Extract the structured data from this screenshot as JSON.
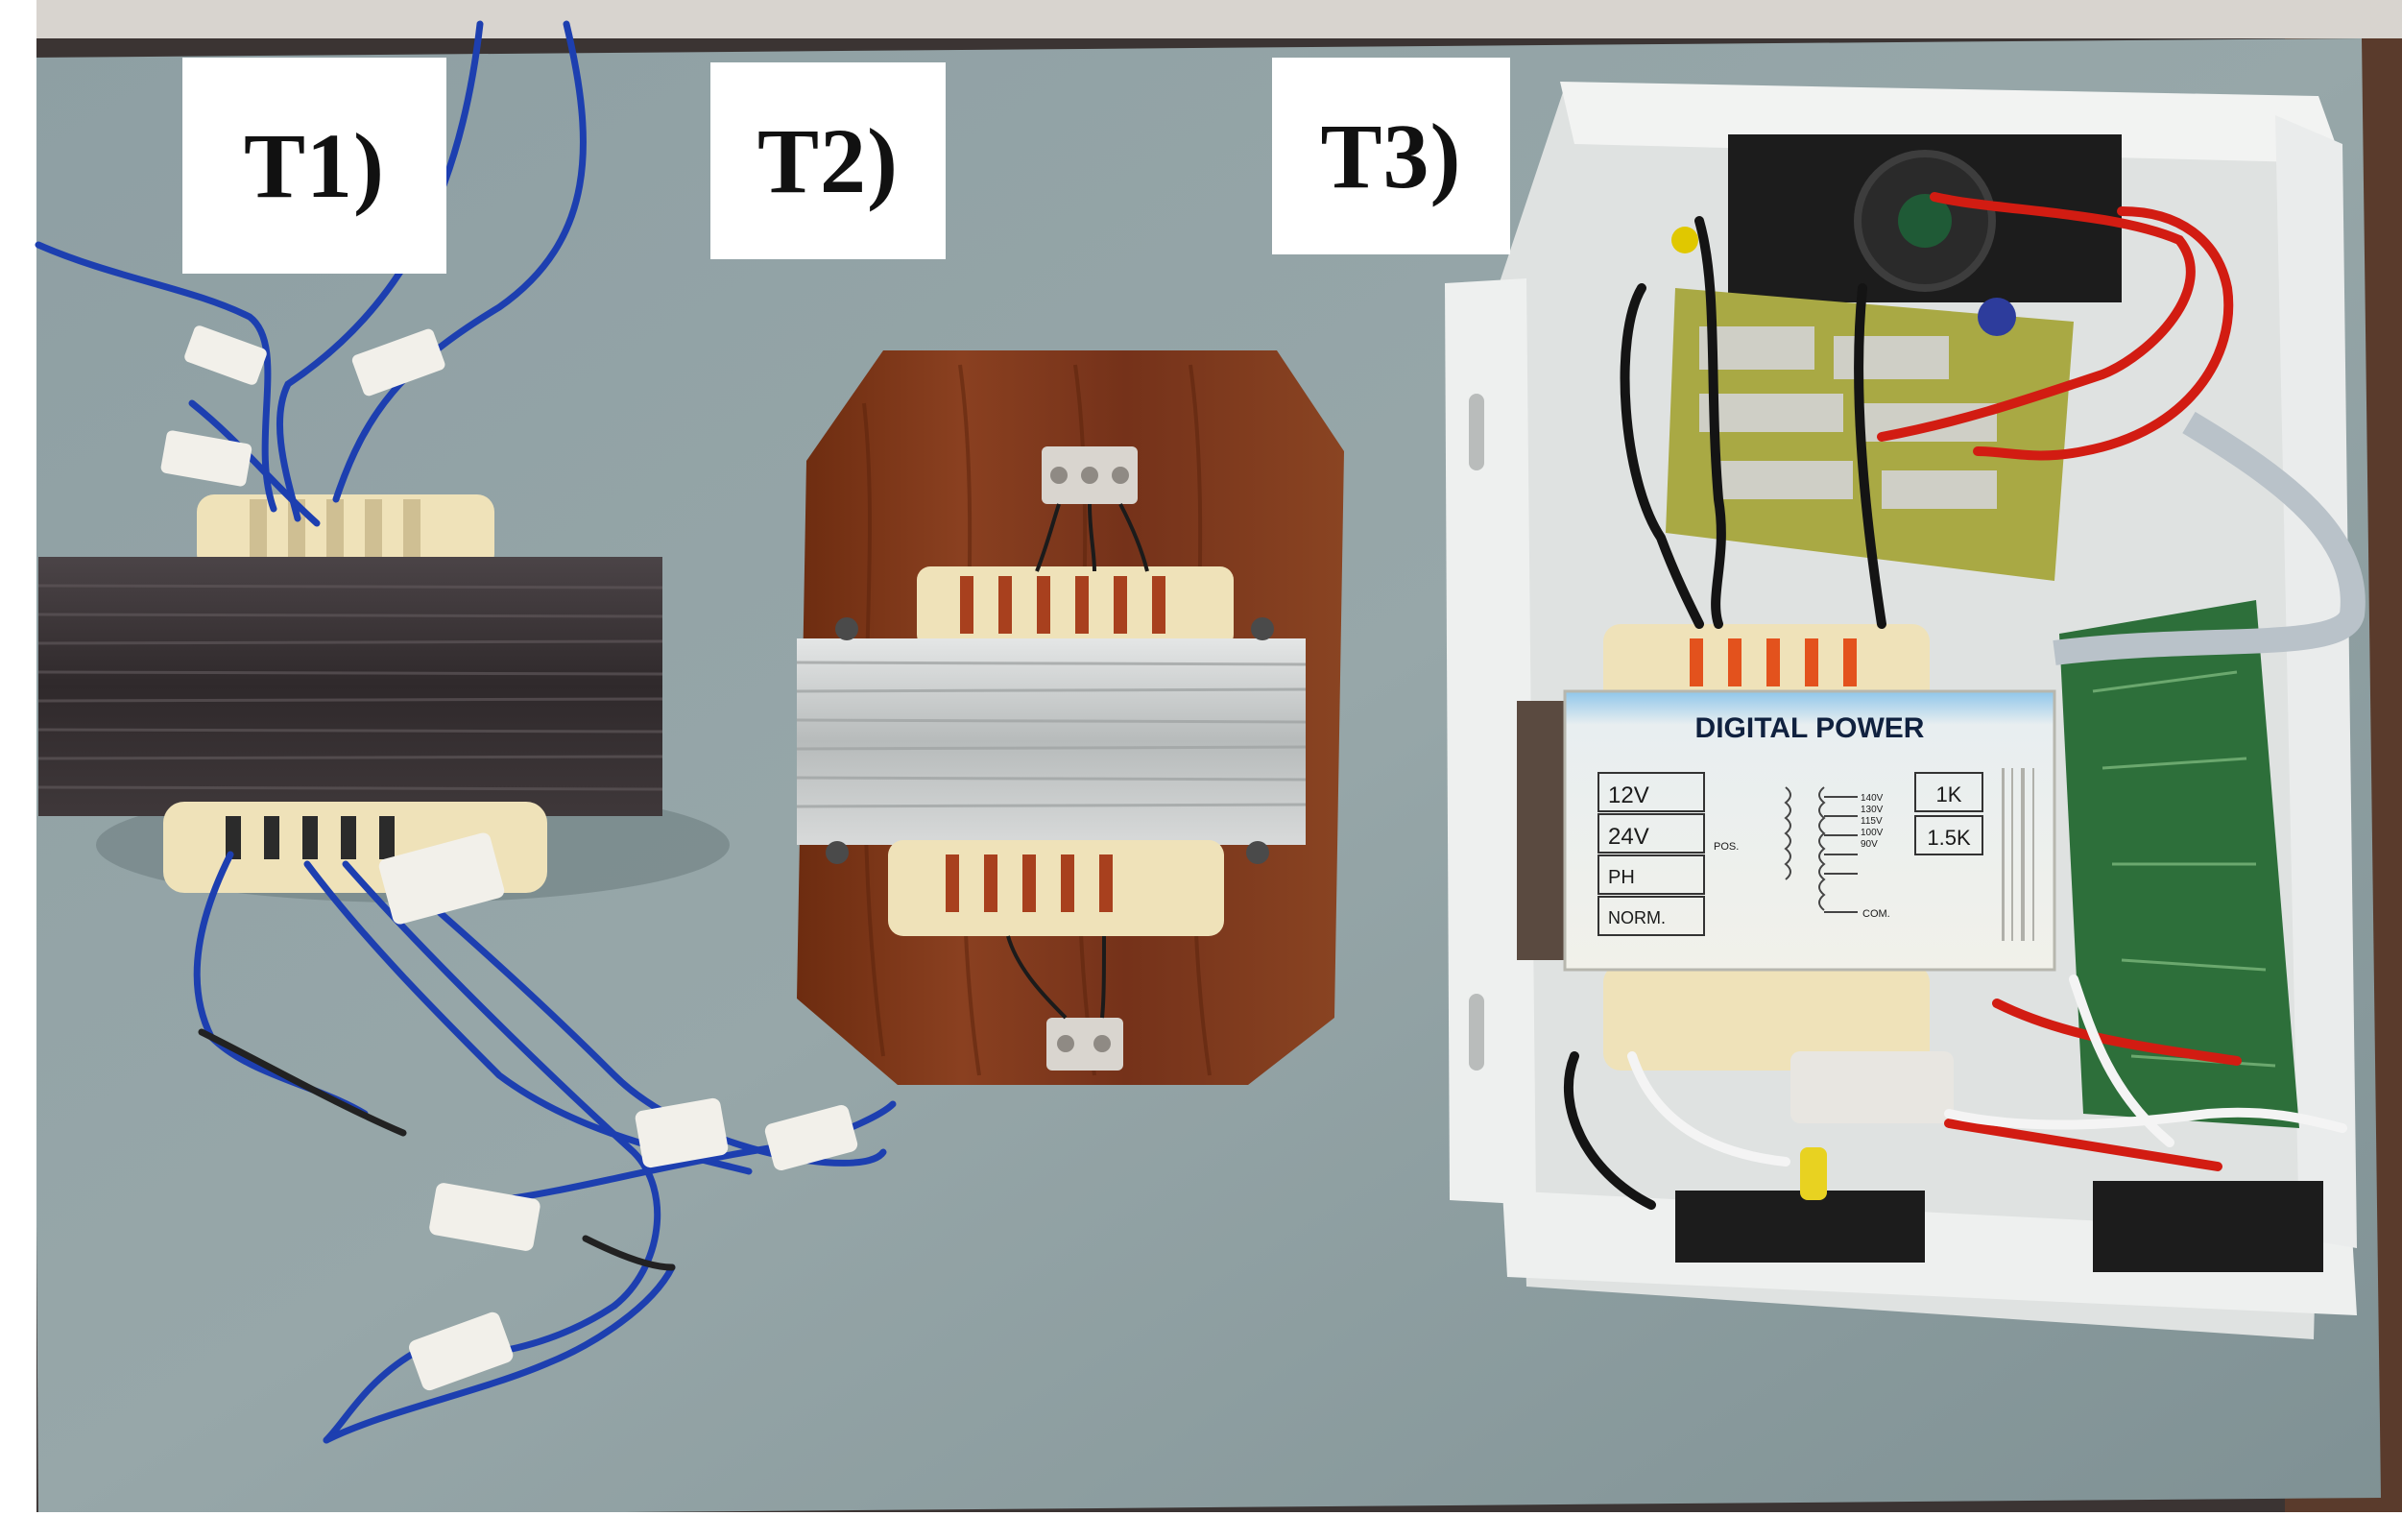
{
  "labels": {
    "t1": "T1)",
    "t2": "T2)",
    "t3": "T3)"
  },
  "nameplate": {
    "brand": "DIGITAL POWER",
    "rows": [
      "12V",
      "24V",
      "PH",
      "NORM."
    ],
    "ratings": [
      "1K",
      "1.5K"
    ],
    "pos": "POS.",
    "com": "COM.",
    "taps": [
      "140V",
      "130V",
      "115V",
      "100V",
      "90V"
    ]
  },
  "colors": {
    "table": "#8b9da0",
    "wood": "#7a3516",
    "core_dark": "#3a3336",
    "core_silver": "#c9cccc",
    "bobbin": "#efe2b9",
    "enclosure": "#eef0ef",
    "pcb_yellow": "#a9a944",
    "pcb_green": "#2d6f3a",
    "wire_blue": "#1d3fb0",
    "wire_red": "#d21c12",
    "label_bg": "#ffffff"
  }
}
